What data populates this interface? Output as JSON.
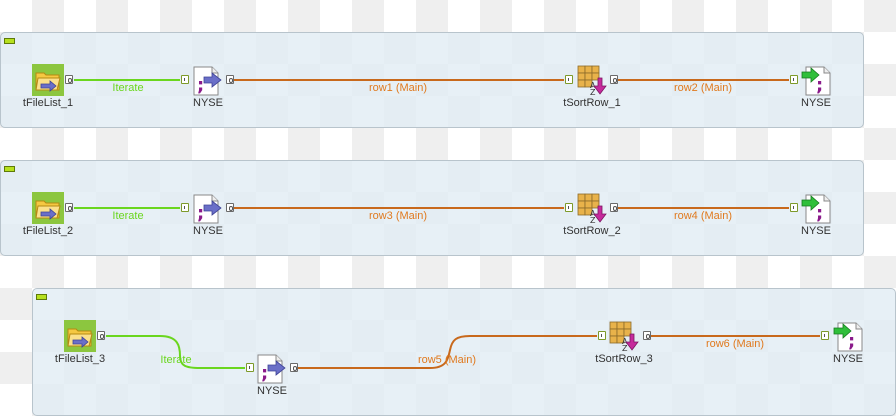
{
  "colors": {
    "main_link": "#c8691c",
    "iterate_link": "#6ad61e",
    "subjob_bg": "#e1ecf4",
    "subjob_border": "#b8c4cc"
  },
  "subjobs": [
    {
      "file_list": "tFileList_1",
      "input": "NYSE",
      "sort": "tSortRow_1",
      "output": "NYSE",
      "iterate_label": "Iterate",
      "link_in_label": "row1 (Main)",
      "link_out_label": "row2 (Main)"
    },
    {
      "file_list": "tFileList_2",
      "input": "NYSE",
      "sort": "tSortRow_2",
      "output": "NYSE",
      "iterate_label": "Iterate",
      "link_in_label": "row3 (Main)",
      "link_out_label": "row4 (Main)"
    },
    {
      "file_list": "tFileList_3",
      "input": "NYSE",
      "sort": "tSortRow_3",
      "output": "NYSE",
      "iterate_label": "Iterate",
      "link_in_label": "row5 (Main)",
      "link_out_label": "row6 (Main)"
    }
  ],
  "icons": {
    "file_list": "folder-list-icon",
    "input": "delimited-file-input-icon",
    "sort": "sort-row-icon",
    "output": "delimited-file-output-icon"
  }
}
